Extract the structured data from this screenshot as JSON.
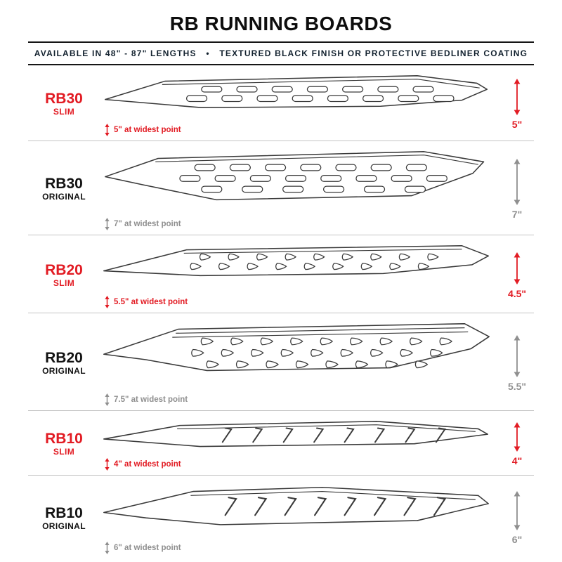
{
  "header": {
    "title": "RB RUNNING BOARDS",
    "subtitle": "AVAILABLE IN 48\" - 87\" LENGTHS   •   TEXTURED BLACK FINISH OR PROTECTIVE BEDLINER COATING"
  },
  "colors": {
    "red": "#e21b23",
    "navy": "#13222f",
    "gray": "#8f8f8f",
    "ink": "#111111",
    "line": "#3a3a3a",
    "divider": "#c4c4c4"
  },
  "boards": [
    {
      "model": "RB30",
      "variant": "SLIM",
      "width_note": "5\" at widest point",
      "height": "5\""
    },
    {
      "model": "RB30",
      "variant": "ORIGINAL",
      "width_note": "7\" at widest point",
      "height": "7\""
    },
    {
      "model": "RB20",
      "variant": "SLIM",
      "width_note": "5.5\" at widest point",
      "height": "4.5\""
    },
    {
      "model": "RB20",
      "variant": "ORIGINAL",
      "width_note": "7.5\" at widest point",
      "height": "5.5\""
    },
    {
      "model": "RB10",
      "variant": "SLIM",
      "width_note": "4\" at widest point",
      "height": "4\""
    },
    {
      "model": "RB10",
      "variant": "ORIGINAL",
      "width_note": "6\" at widest point",
      "height": "6\""
    }
  ]
}
